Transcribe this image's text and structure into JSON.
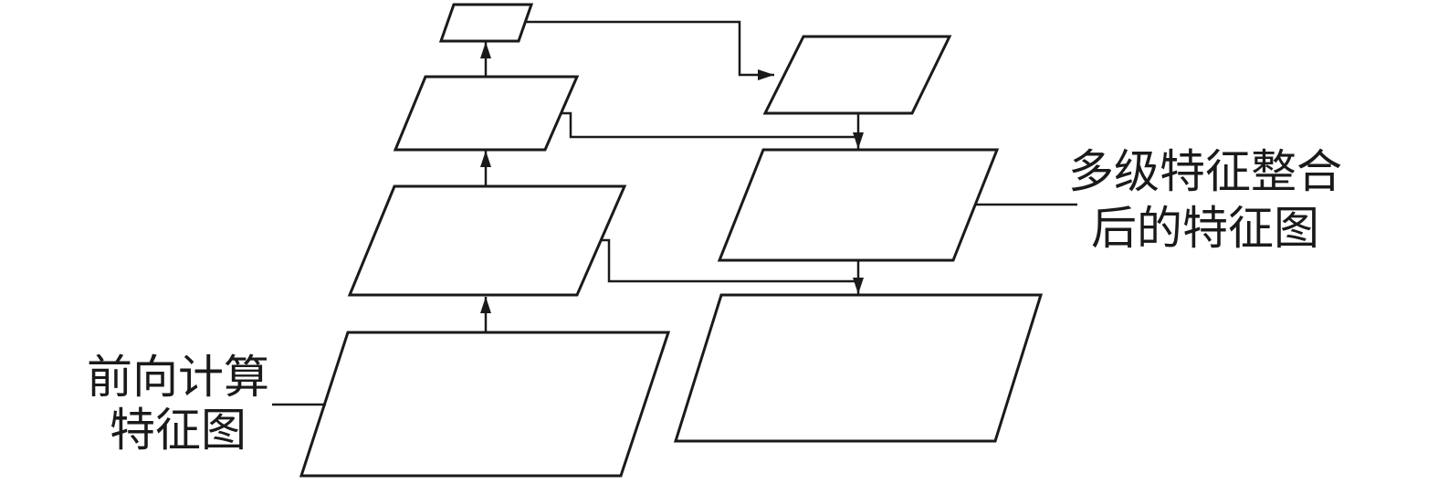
{
  "labels": {
    "forward": {
      "line1": "前向计算",
      "line2": "特征图"
    },
    "integrated": {
      "line1": "多级特征整合",
      "line2": "后的特征图"
    }
  },
  "colors": {
    "stroke": "#1a1a1a",
    "background": "#ffffff"
  }
}
